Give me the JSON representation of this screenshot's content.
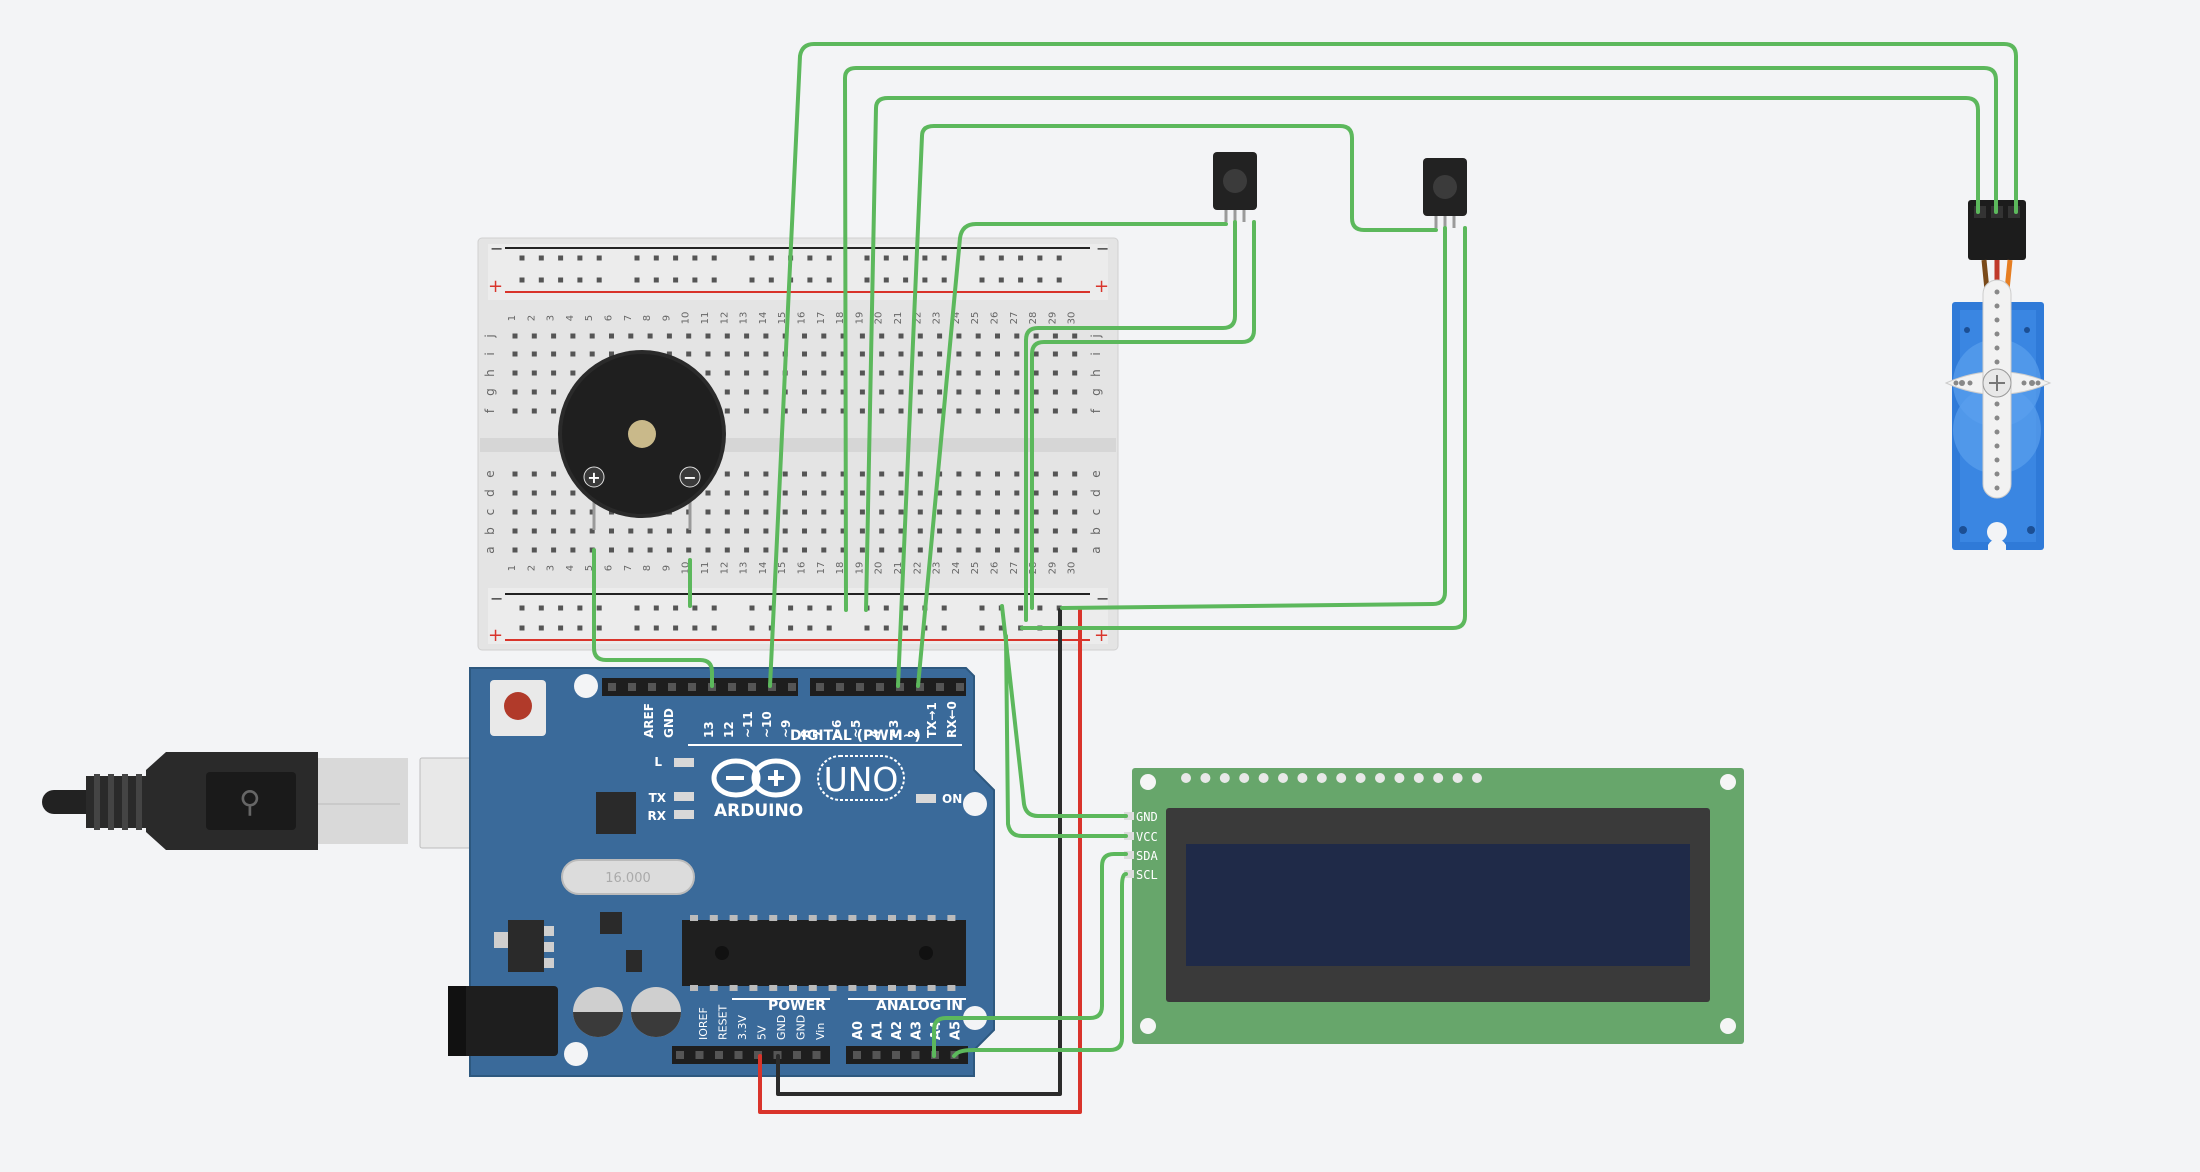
{
  "colors": {
    "background": "#f3f4f6",
    "wire_signal": "#5cb85c",
    "wire_gnd": "#2b2b2b",
    "wire_vcc": "#d9342b",
    "arduino_board": "#3a6a9a",
    "lcd_pcb": "#67a66b",
    "lcd_screen": "#1f2a48",
    "servo_body": "#2f7ad8",
    "breadboard": "#e6e6e6"
  },
  "arduino": {
    "brand": "ARDUINO",
    "model": "UNO",
    "digital_header": "DIGITAL (PWM~)",
    "power_header": "POWER",
    "analog_header": "ANALOG IN",
    "led_l": "L",
    "led_tx": "TX",
    "led_rx": "RX",
    "led_on": "ON",
    "crystal": "16.000",
    "digital_pins": [
      "AREF",
      "GND",
      "13",
      "12",
      "~11",
      "~10",
      "~9",
      "8",
      "7",
      "~6",
      "~5",
      "4",
      "~3",
      "2",
      "TX→1",
      "RX←0"
    ],
    "power_pins": [
      "IOREF",
      "RESET",
      "3.3V",
      "5V",
      "GND",
      "GND",
      "Vin"
    ],
    "analog_pins": [
      "A0",
      "A1",
      "A2",
      "A3",
      "A4",
      "A5"
    ]
  },
  "lcd": {
    "pins": [
      "GND",
      "VCC",
      "SDA",
      "SCL"
    ]
  },
  "breadboard": {
    "column_numbers": [
      "1",
      "2",
      "3",
      "4",
      "5",
      "6",
      "7",
      "8",
      "9",
      "10",
      "11",
      "12",
      "13",
      "14",
      "15",
      "16",
      "17",
      "18",
      "19",
      "20",
      "21",
      "22",
      "23",
      "24",
      "25",
      "26",
      "27",
      "28",
      "29",
      "30"
    ],
    "top_row_letters": [
      "j",
      "i",
      "h",
      "g",
      "f"
    ],
    "bottom_row_letters": [
      "e",
      "d",
      "c",
      "b",
      "a"
    ],
    "rail_minus": "−",
    "rail_plus": "+"
  },
  "buzzer": {
    "plus_symbol": "+",
    "minus_symbol": "−"
  }
}
